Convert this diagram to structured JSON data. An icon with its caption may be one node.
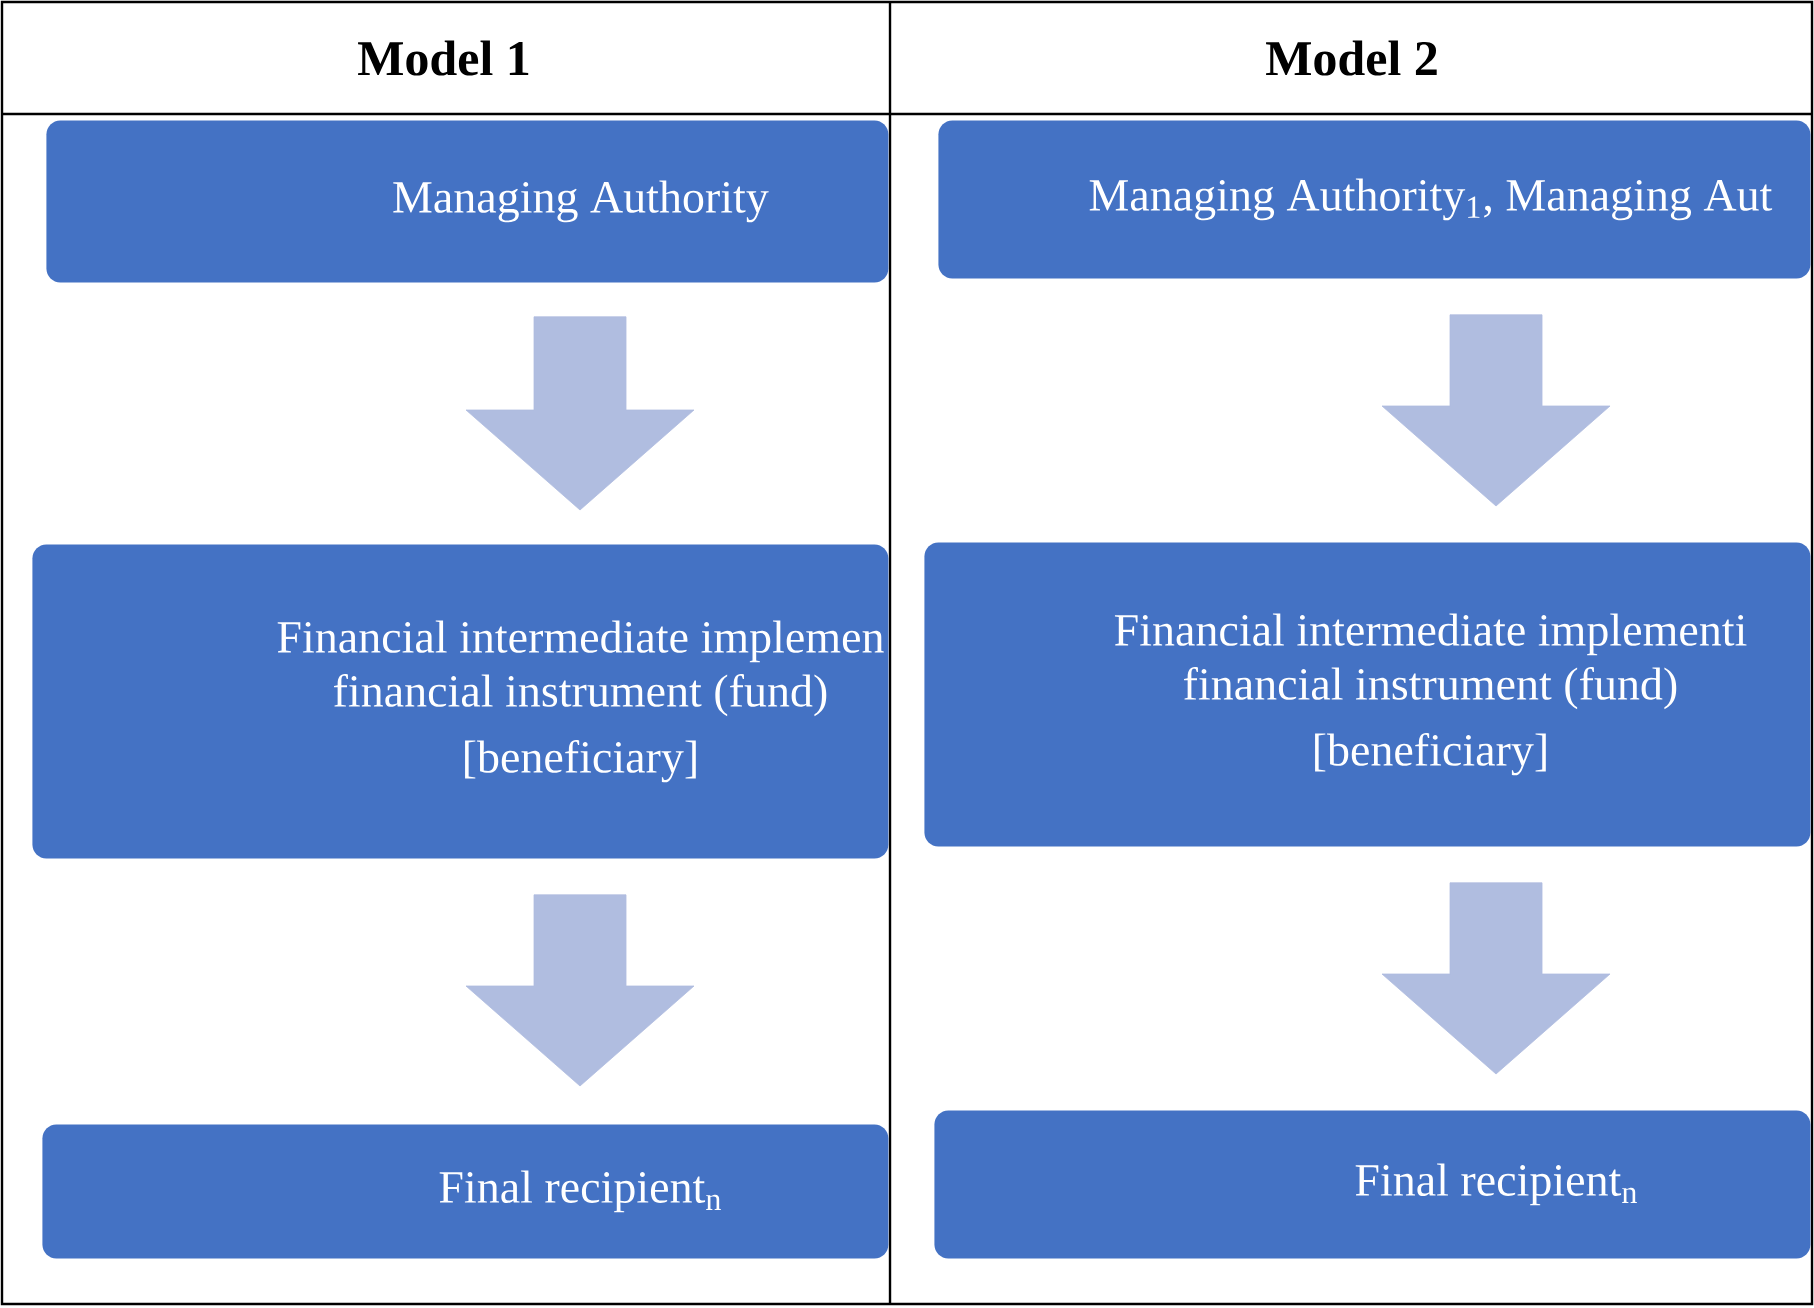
{
  "diagram": {
    "nodes": [
      {
        "text": [
          "Managing Authority"
        ]
      },
      {
        "text": [
          "Financial intermediate implemen financial instrument (fund)",
          "[beneficiary]"
        ]
      },
      {
        "text": [
          "Final recipient$_{n}$"
        ]
      },
      {
        "text": [
          "Managing Authority$_{1}$, Managing Aut"
        ]
      },
      {
        "text": [
          "Financial intermediate implementi financial instrument (fund)",
          "[beneficiary]"
        ]
      },
      {
        "text": [
          "Final recipient$_{n}$"
        ]
      }
    ],
    "edges": [
      {
        "from": 0,
        "to": 1,
        "arrow": "to"
      },
      {
        "from": 1,
        "to": 2,
        "arrow": "to"
      },
      {
        "from": 3,
        "to": 4,
        "arrow": "to"
      },
      {
        "from": 4,
        "to": 5,
        "arrow": "to"
      }
    ],
    "labels": [
      "Model 1",
      "Model 2"
    ]
  }
}
